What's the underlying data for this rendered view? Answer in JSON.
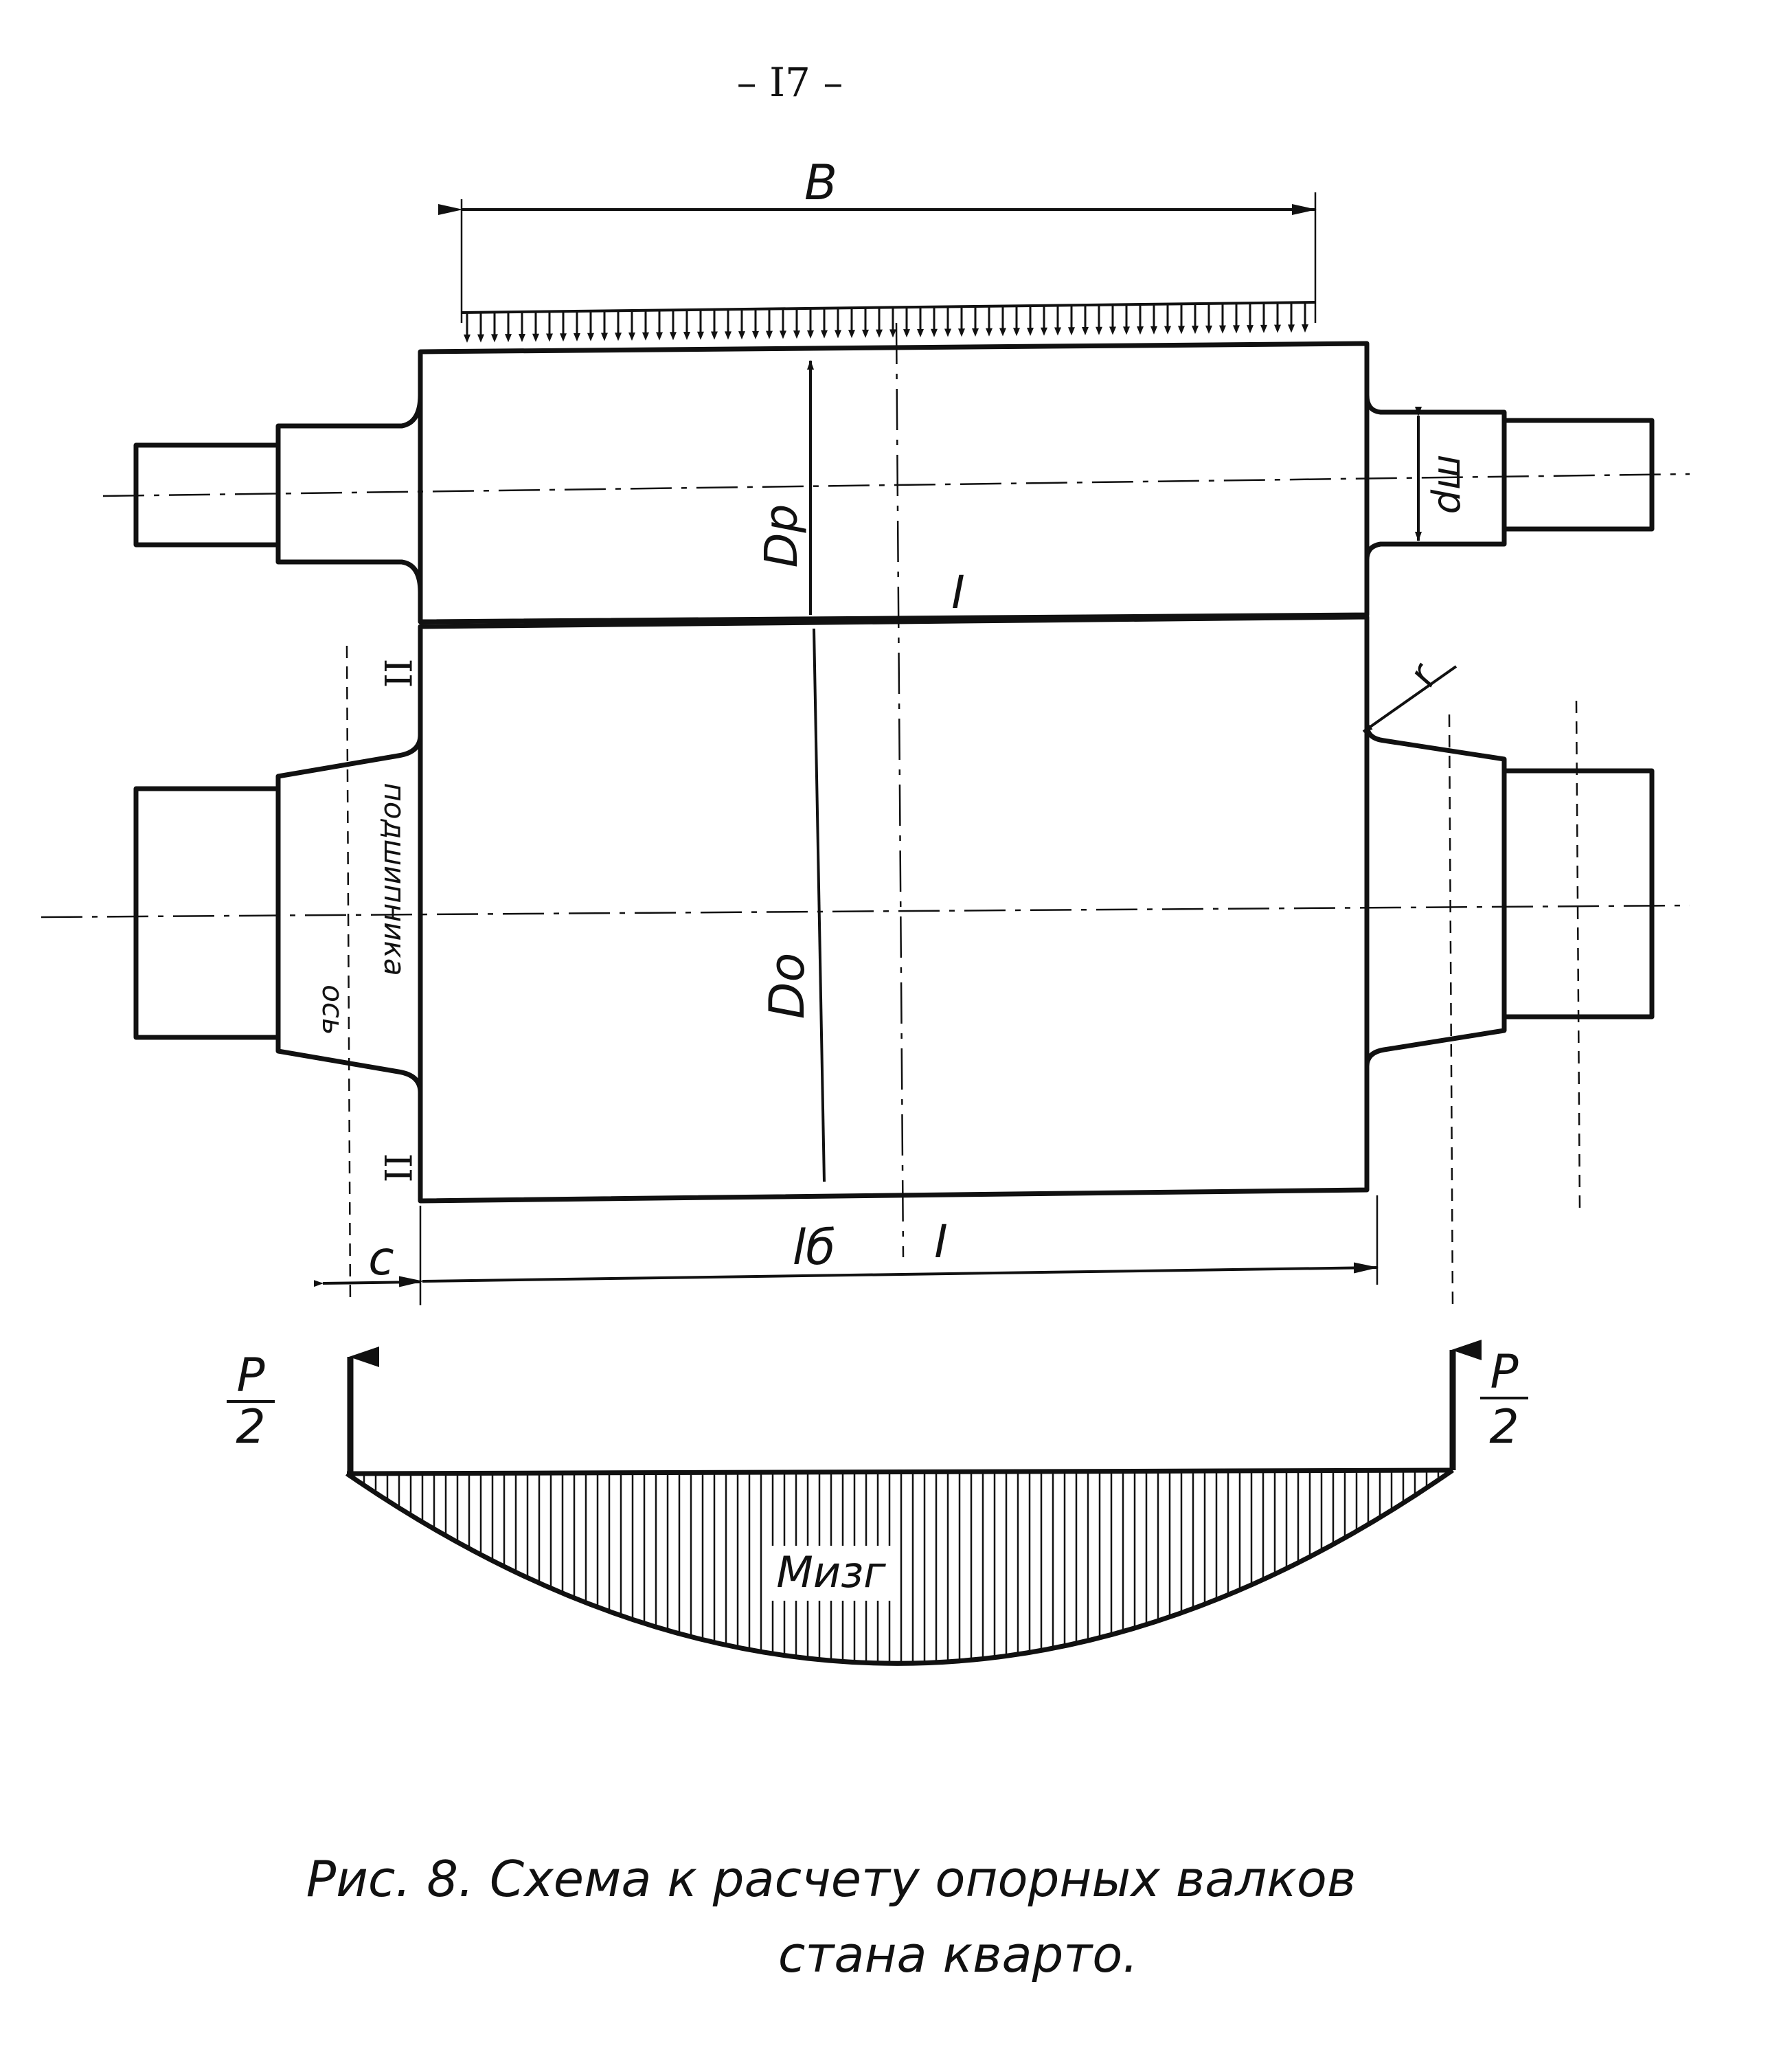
{
  "page_number": "– I7 –",
  "labels": {
    "B": "B",
    "Dp": "Dp",
    "Do": "Do",
    "d_sh": "dш",
    "r": "r",
    "I_upper": "I",
    "I_lower": "I",
    "II_upper": "II",
    "II_lower": "II",
    "bearing_axis_1": "ось",
    "bearing_axis_2": "подшипника",
    "c": "c",
    "l_b": "lб",
    "M_izg": "Mизг",
    "P_left_num": "P",
    "P_left_den": "2",
    "P_right_num": "P",
    "P_right_den": "2"
  },
  "caption": {
    "line1": "Рис. 8.  Схема к расчету опорных валков",
    "line2": "стана кварто."
  }
}
